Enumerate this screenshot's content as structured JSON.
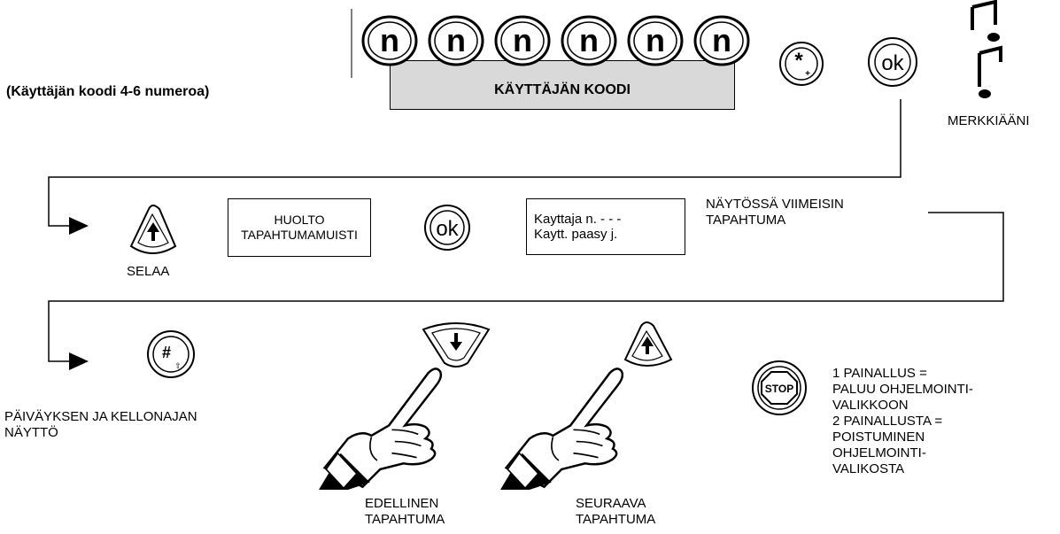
{
  "header": {
    "code_hint": "(Käyttäjän koodi 4-6 numeroa)",
    "code_label": "KÄYTTÄJÄN KOODI",
    "digit_key": "n",
    "beep_label": "MERKKIÄÄNI",
    "ok_key": "ok"
  },
  "row2": {
    "scroll_label": "SELAA",
    "menu_box": [
      "HUOLTO",
      "TAPAHTUMAMUISTI"
    ],
    "display_box": [
      "Kayttaja n. - - -",
      "Kaytt. paasy j."
    ],
    "display_note": [
      "NÄYTÖSSÄ VIIMEISIN",
      "TAPAHTUMA"
    ]
  },
  "row3": {
    "datetime_label": [
      "PÄIVÄYKSEN JA KELLONAJAN",
      "NÄYTTÖ"
    ],
    "previous_label": [
      "EDELLINEN",
      "TAPAHTUMA"
    ],
    "next_label": [
      "SEURAAVA",
      "TAPAHTUMA"
    ],
    "stop_key": "STOP",
    "stop_notes": [
      "1 PAINALLUS =",
      "PALUU OHJELMOINTI-",
      "VALIKKOON",
      "2 PAINALLUSTA =",
      "POISTUMINEN",
      "OHJELMOINTI-",
      "VALIKOSTA"
    ]
  },
  "icons": {
    "star_key": "star-key-icon",
    "hash_key": "hash-key-icon",
    "up_key": "up-arrow-key-icon",
    "down_key": "down-arrow-key-icon",
    "stop_key": "stop-key-icon",
    "music": "music-note-icon",
    "hand": "pointing-hand-icon"
  },
  "colors": {
    "code_box_fill": "#d9d9d9",
    "ink": "#000000"
  }
}
